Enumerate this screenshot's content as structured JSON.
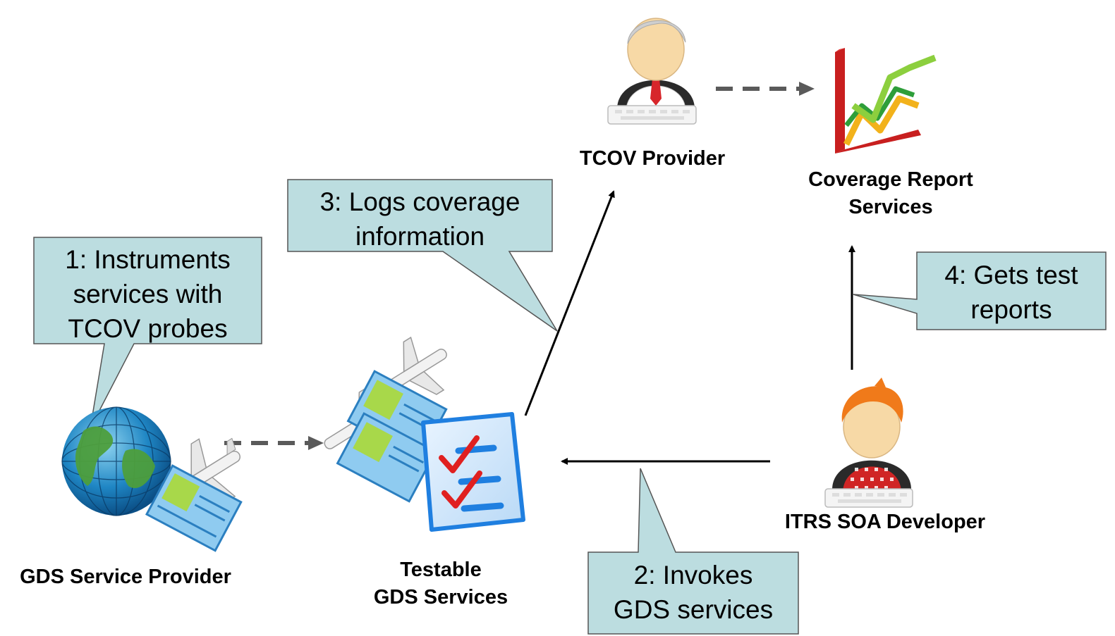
{
  "actors": {
    "tcov_provider": "TCOV Provider",
    "coverage_report": [
      "Coverage Report",
      "Services"
    ],
    "gds_service_provider": "GDS Service Provider",
    "testable_services": [
      "Testable",
      "GDS Services"
    ],
    "itrs_developer": "ITRS SOA Developer"
  },
  "steps": {
    "step1": [
      "1: Instruments",
      "services with",
      "TCOV probes"
    ],
    "step2": [
      "2: Invokes",
      "GDS services"
    ],
    "step3": [
      "3: Logs coverage",
      "information"
    ],
    "step4": [
      "4: Gets test",
      "reports"
    ]
  },
  "colors": {
    "callout_fill": "#bcdde0",
    "callout_border": "#555555",
    "arrow": "#000000",
    "dashed_arrow": "#5a5a5a"
  },
  "icons": [
    "globe-icon",
    "airplane-ticket-icon",
    "checklist-document-icon",
    "businessman-icon",
    "growth-chart-icon",
    "developer-icon"
  ]
}
